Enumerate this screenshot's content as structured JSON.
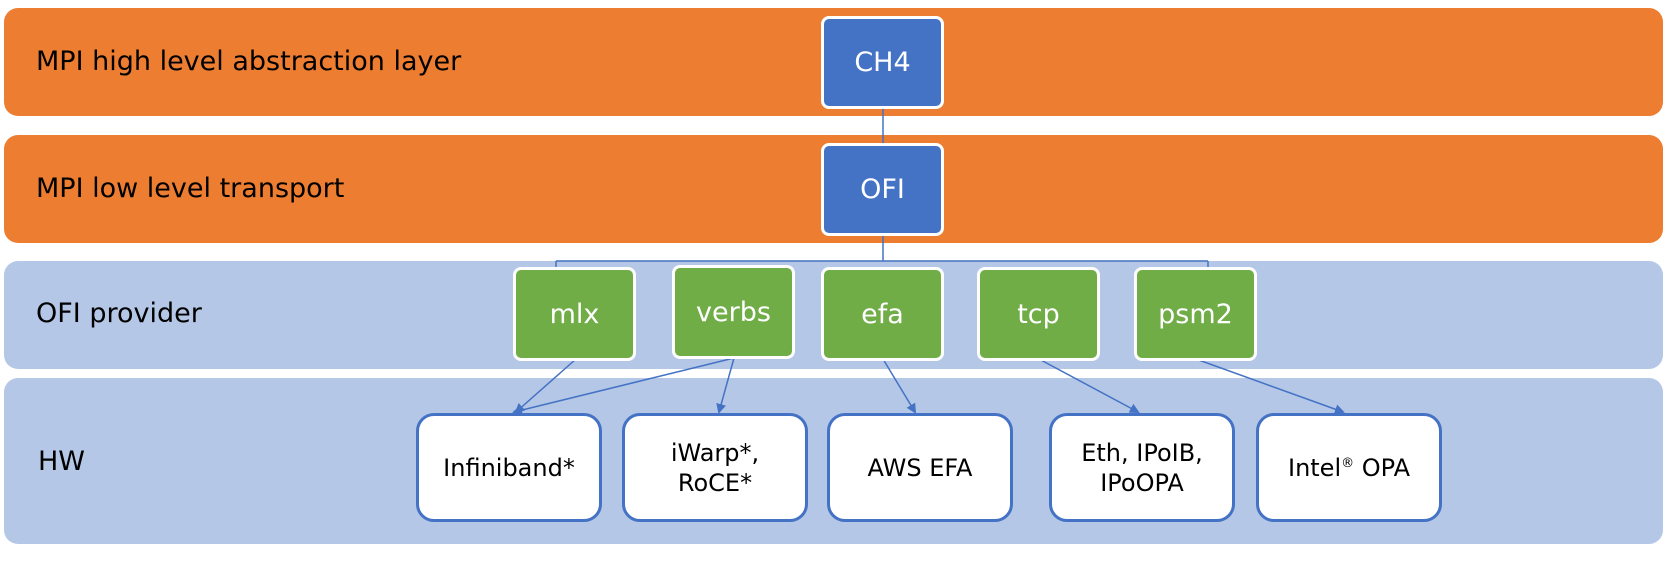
{
  "layers": {
    "abstraction": "MPI high level abstraction layer",
    "transport": "MPI low level transport",
    "provider": "OFI provider",
    "hw": "HW"
  },
  "core": {
    "ch4": "CH4",
    "ofi": "OFI"
  },
  "providers": {
    "mlx": "mlx",
    "verbs": "verbs",
    "efa": "efa",
    "tcp": "tcp",
    "psm2": "psm2"
  },
  "hardware": {
    "infiniband": "Infiniband*",
    "iwarp": "iWarp*,\nRoCE*",
    "aws_efa": "AWS EFA",
    "eth": "Eth, IPoIB,\nIPoOPA",
    "intel_pre": "Intel",
    "intel_sup": "®",
    "intel_post": " OPA"
  },
  "colors": {
    "orange_layer": "#ED7D31",
    "blue_layer": "#B4C7E7",
    "core_box": "#4472C4",
    "provider_box": "#70AD47",
    "connector": "#4472C4"
  }
}
